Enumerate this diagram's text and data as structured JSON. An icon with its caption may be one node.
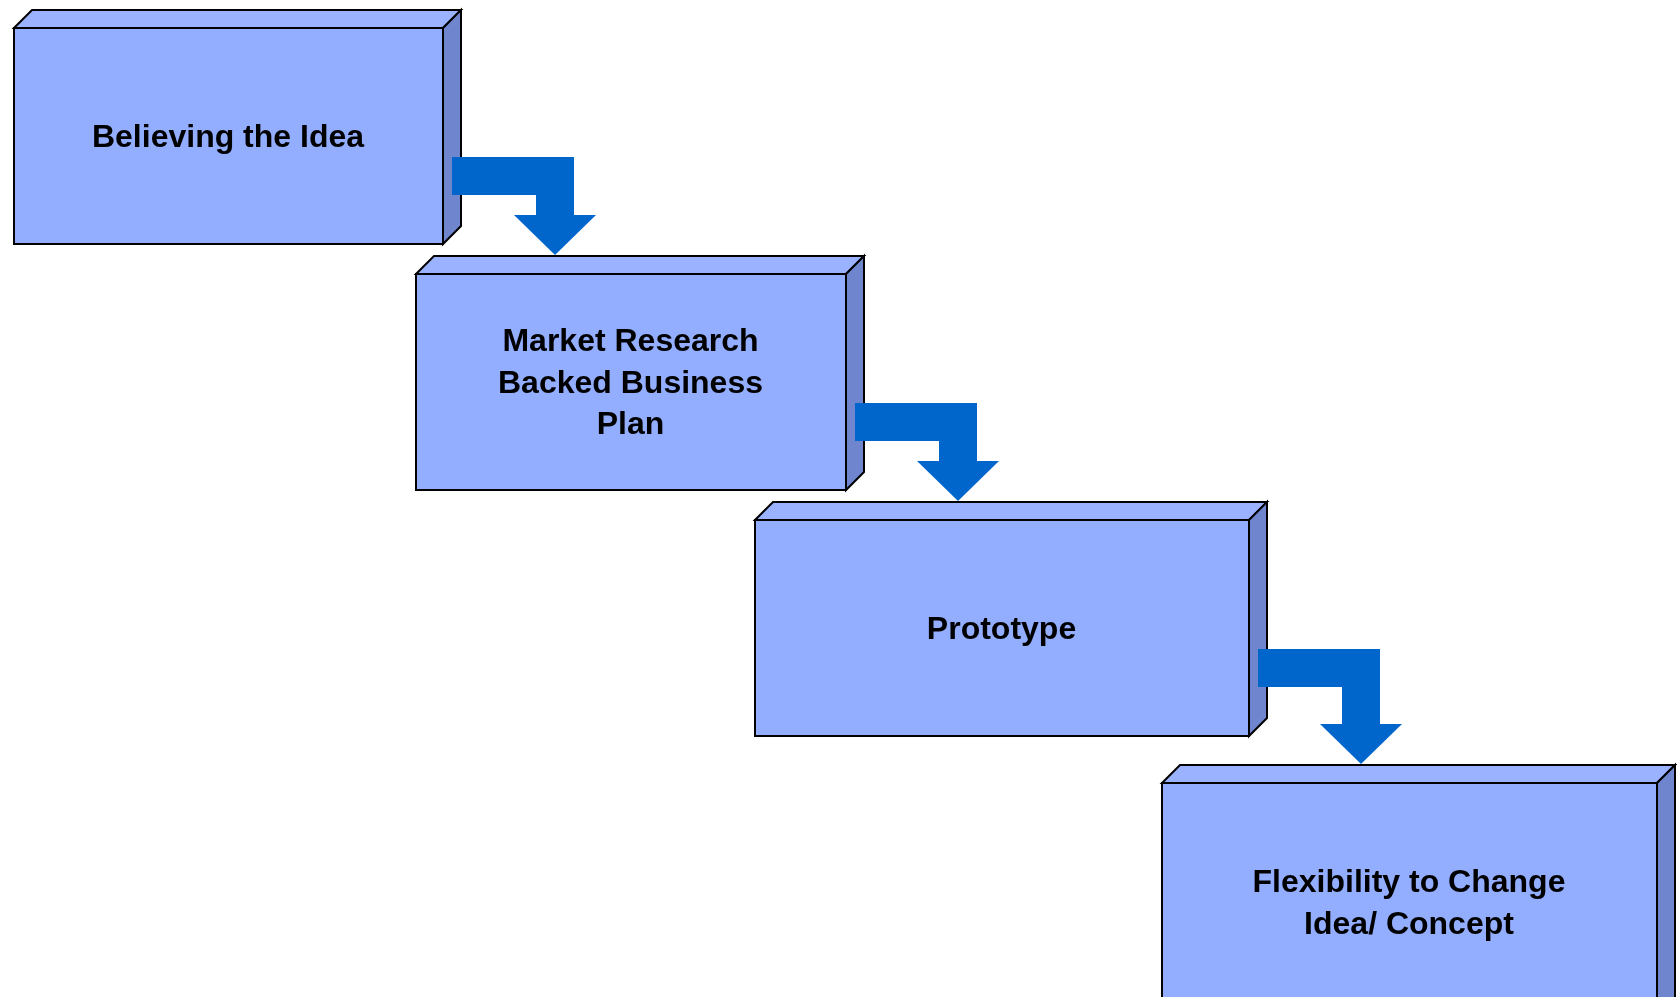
{
  "diagram": {
    "nodes": [
      {
        "text": [
          "Believing the Idea"
        ]
      },
      {
        "text": [
          "Market Research Backed Business Plan"
        ]
      },
      {
        "text": [
          "Prototype"
        ]
      },
      {
        "text": [
          "Flexibility to Change Idea/ Concept"
        ]
      }
    ],
    "edges": [
      {
        "from": 0,
        "to": 1,
        "arrow": "to"
      },
      {
        "from": 1,
        "to": 2,
        "arrow": "to"
      },
      {
        "from": 2,
        "to": 3,
        "arrow": "to"
      }
    ]
  }
}
